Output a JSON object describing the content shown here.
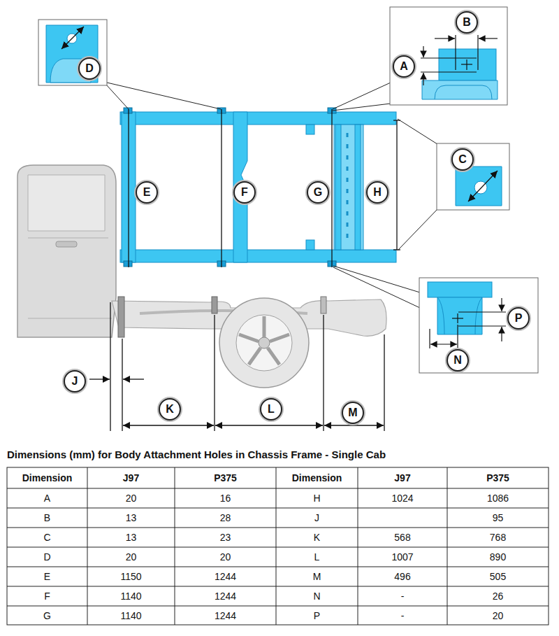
{
  "diagram": {
    "title": "Dimensions (mm) for Body Attachment Holes in Chassis Frame - Single Cab",
    "nodes": [
      {
        "text": [
          "D"
        ]
      },
      {
        "text": [
          "B"
        ]
      },
      {
        "text": [
          "A"
        ]
      },
      {
        "text": [
          "C"
        ]
      },
      {
        "text": [
          "E"
        ]
      },
      {
        "text": [
          "F"
        ]
      },
      {
        "text": [
          "G"
        ]
      },
      {
        "text": [
          "H"
        ]
      },
      {
        "text": [
          "P"
        ]
      },
      {
        "text": [
          "N"
        ]
      },
      {
        "text": [
          "J"
        ]
      },
      {
        "text": [
          "K"
        ]
      },
      {
        "text": [
          "L"
        ]
      },
      {
        "text": [
          "M"
        ]
      }
    ],
    "labels": [
      "Dimension",
      "J97",
      "P375",
      "Dimension",
      "J97",
      "P375",
      "A",
      "20",
      "16",
      "H",
      "1024",
      "1086",
      "B",
      "13",
      "28",
      "J",
      "95",
      "C",
      "13",
      "23",
      "K",
      "568",
      "768",
      "D",
      "20",
      "20",
      "L",
      "1007",
      "890",
      "E",
      "1150",
      "1244",
      "M",
      "496",
      "505",
      "F",
      "1140",
      "1244",
      "N",
      "-",
      "26",
      "G",
      "1140",
      "1244",
      "P",
      "-",
      "20"
    ]
  }
}
